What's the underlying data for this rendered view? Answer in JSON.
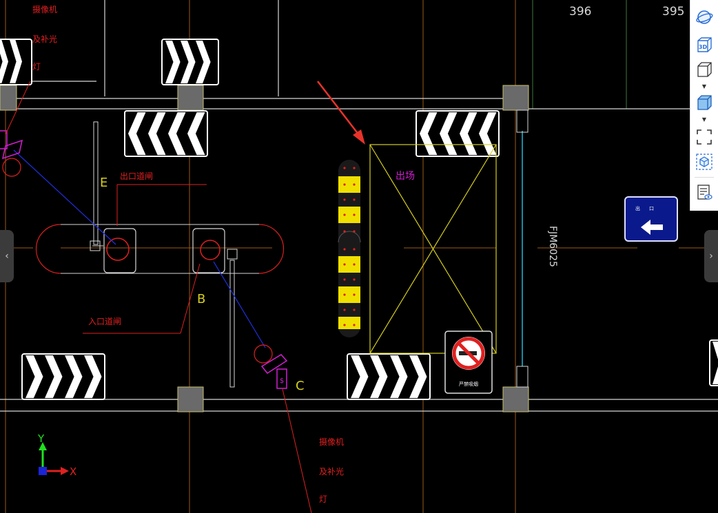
{
  "drawing": {
    "room_numbers": [
      "396",
      "395"
    ],
    "camera_note_top": [
      "摄像机",
      "及补光",
      "灯"
    ],
    "camera_note_bottom": [
      "摄像机",
      "及补光",
      "灯"
    ],
    "exit_gate_label": "出口道闸",
    "entry_gate_label": "入口道闸",
    "exit_zone_label": "出场",
    "marker_b": "B",
    "marker_c": "C",
    "marker_e": "E",
    "door_tag": "FJM6025",
    "sign_chars": [
      "出",
      "口"
    ],
    "no_smoking_text": "严禁吸烟",
    "axis_x": "X",
    "axis_y": "Y"
  },
  "side_nav": {
    "left_arrow": "‹",
    "right_arrow": "›"
  },
  "toolbar": {
    "buttons": [
      {
        "name": "orbit-icon"
      },
      {
        "name": "3d-view-icon",
        "label": "3D"
      },
      {
        "name": "cube-view-icon"
      },
      {
        "name": "cube-solid-icon"
      },
      {
        "name": "fit-screen-icon"
      },
      {
        "name": "box-select-icon"
      },
      {
        "name": "properties-icon"
      }
    ]
  },
  "colors": {
    "background": "#000000",
    "wall": "#d8d8d8",
    "grid": "#9a5a18",
    "column": "#6a6a6a",
    "yellow": "#d6cf1f",
    "red": "#e02020",
    "magenta": "#d020d0",
    "blue": "#2030e0",
    "cyan": "#20b8d8",
    "room_line": "#3f7a3f",
    "sign_blue": "#0a1a8c"
  }
}
